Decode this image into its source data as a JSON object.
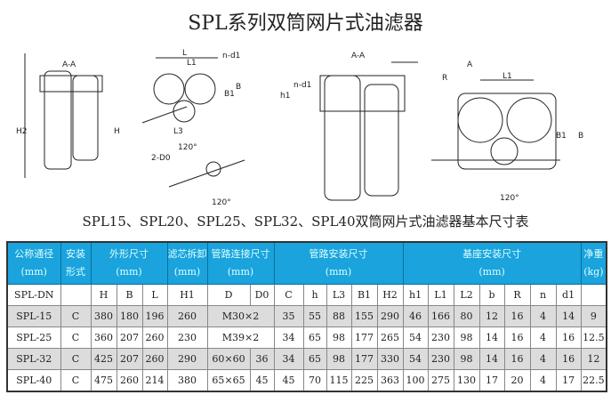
{
  "title": "SPL系列双筒网片式油滤器",
  "subtitle": "SPL15、SPL20、SPL25、SPL32、SPL40双筒网片式油滤器基本尺寸表",
  "drawing_labels": {
    "aa1": "A-A",
    "aa2": "A-A",
    "l": "L",
    "l1": "L1",
    "l1b": "L1",
    "l3": "L3",
    "nd1": "n-d1",
    "nd1b": "n-d1",
    "h": "H",
    "h2": "H2",
    "b": "B",
    "b1": "B1",
    "b1b": "B1",
    "bb": "B",
    "angle1": "120°",
    "angle2": "120°",
    "angle3": "120°",
    "a": "A",
    "r": "R",
    "d0": "2-D0",
    "h1": "h1"
  },
  "table": {
    "header": [
      {
        "label": "公称通径",
        "unit": "(mm)"
      },
      {
        "label": "安装",
        "unit": "形式"
      },
      {
        "label": "外形尺寸",
        "unit": "(mm)"
      },
      {
        "label": "滤芯拆卸",
        "unit": "(mm)"
      },
      {
        "label": "管路连接尺寸",
        "unit": "(mm)"
      },
      {
        "label": "管路安装尺寸",
        "unit": "(mm)"
      },
      {
        "label": "基座安装尺寸",
        "unit": "(mm)"
      },
      {
        "label": "净重",
        "unit": "(kg)"
      }
    ],
    "subheader": [
      "SPL-DN",
      "",
      "H",
      "B",
      "L",
      "H1",
      "D",
      "D0",
      "C",
      "h",
      "L3",
      "B1",
      "H2",
      "h1",
      "L1",
      "L2",
      "b",
      "R",
      "n",
      "d1",
      ""
    ],
    "rows": [
      [
        "SPL-15",
        "C",
        "380",
        "180",
        "196",
        "260",
        "M30×2",
        "",
        "35",
        "55",
        "88",
        "155",
        "290",
        "46",
        "166",
        "80",
        "12",
        "16",
        "4",
        "14",
        "9"
      ],
      [
        "SPL-25",
        "C",
        "360",
        "207",
        "260",
        "230",
        "M39×2",
        "",
        "34",
        "65",
        "98",
        "177",
        "265",
        "54",
        "230",
        "98",
        "14",
        "16",
        "4",
        "16",
        "12.5"
      ],
      [
        "SPL-32",
        "C",
        "425",
        "207",
        "260",
        "290",
        "60×60",
        "36",
        "34",
        "65",
        "98",
        "177",
        "330",
        "54",
        "230",
        "98",
        "14",
        "16",
        "4",
        "16",
        "12"
      ],
      [
        "SPL-40",
        "C",
        "475",
        "260",
        "214",
        "380",
        "65×65",
        "45",
        "45",
        "70",
        "115",
        "225",
        "363",
        "100",
        "275",
        "130",
        "17",
        "20",
        "4",
        "17",
        "22.5"
      ]
    ]
  }
}
